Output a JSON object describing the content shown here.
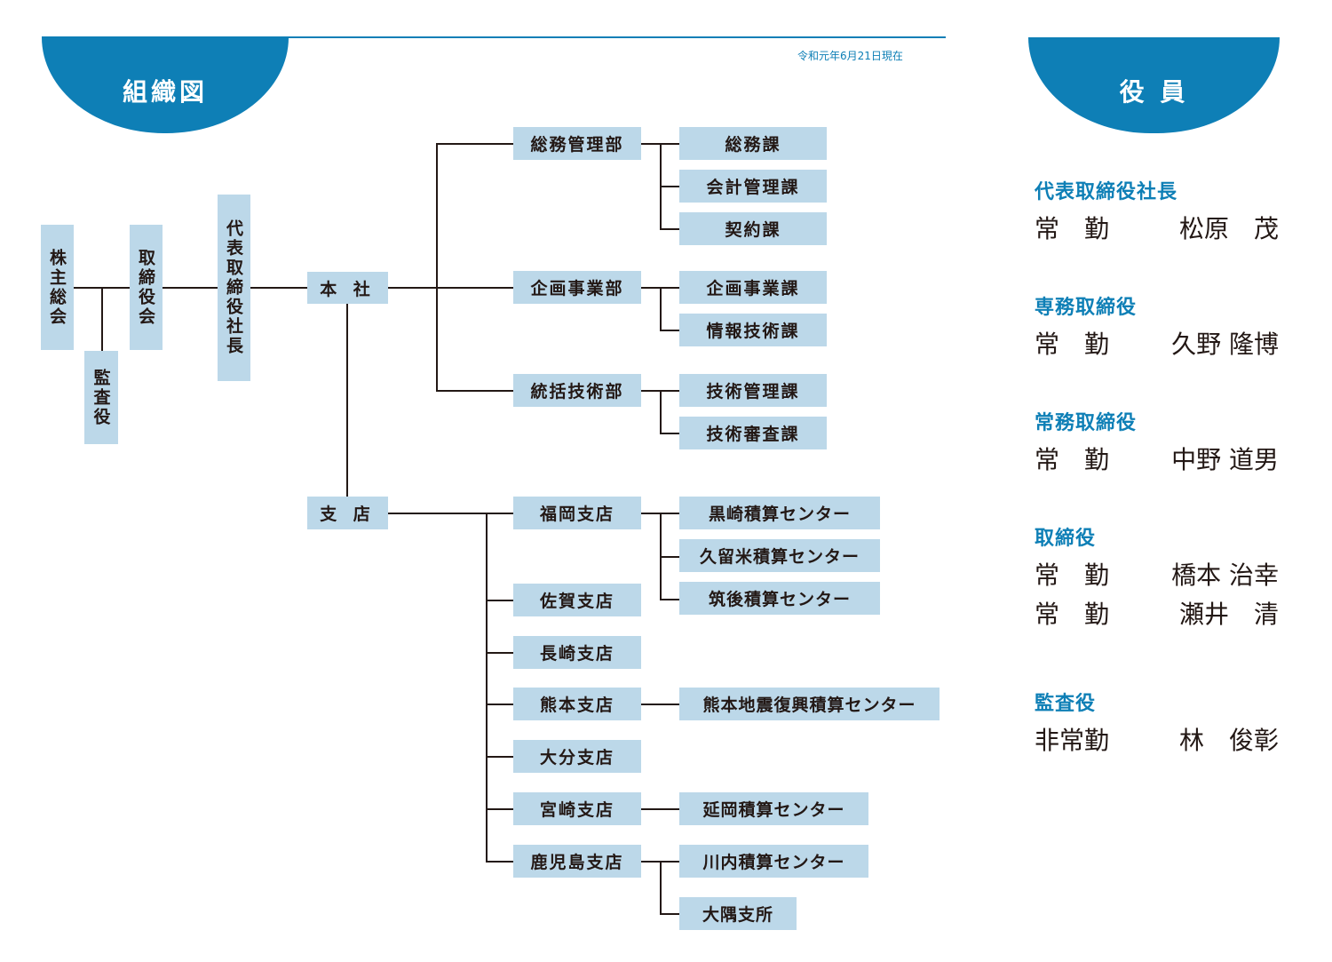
{
  "header": {
    "org_title": "組織図",
    "date": "令和元年6月21日現在",
    "officers_title": "役 員"
  },
  "colors": {
    "accent": "#0e7fb6",
    "box_fill": "#bcd8e9",
    "text": "#231815"
  },
  "org": {
    "shareholders": "株主総会",
    "auditor": "監査役",
    "board": "取締役会",
    "president": "代表取締役社長",
    "head_office": "本 社",
    "branch": "支 店",
    "departments": [
      {
        "name": "総務管理部",
        "sections": [
          "総務課",
          "会計管理課",
          "契約課"
        ]
      },
      {
        "name": "企画事業部",
        "sections": [
          "企画事業課",
          "情報技術課"
        ]
      },
      {
        "name": "統括技術部",
        "sections": [
          "技術管理課",
          "技術審査課"
        ]
      }
    ],
    "branches": [
      {
        "name": "福岡支店",
        "centers": [
          "黒崎積算センター",
          "久留米積算センター",
          "筑後積算センター"
        ]
      },
      {
        "name": "佐賀支店",
        "centers": []
      },
      {
        "name": "長崎支店",
        "centers": []
      },
      {
        "name": "熊本支店",
        "centers": [
          "熊本地震復興積算センター"
        ]
      },
      {
        "name": "大分支店",
        "centers": []
      },
      {
        "name": "宮崎支店",
        "centers": [
          "延岡積算センター"
        ]
      },
      {
        "name": "鹿児島支店",
        "centers": [
          "川内積算センター",
          "大隅支所"
        ]
      }
    ]
  },
  "officers": [
    {
      "role": "代表取締役社長",
      "members": [
        {
          "status": "常　勤",
          "name": "松原　茂"
        }
      ]
    },
    {
      "role": "専務取締役",
      "members": [
        {
          "status": "常　勤",
          "name": "久野 隆博"
        }
      ]
    },
    {
      "role": "常務取締役",
      "members": [
        {
          "status": "常　勤",
          "name": "中野 道男"
        }
      ]
    },
    {
      "role": "取締役",
      "members": [
        {
          "status": "常　勤",
          "name": "橋本 治幸"
        },
        {
          "status": "常　勤",
          "name": "瀬井　清"
        }
      ]
    },
    {
      "role": "監査役",
      "members": [
        {
          "status": "非常勤",
          "name": "林　俊彰"
        }
      ]
    }
  ]
}
